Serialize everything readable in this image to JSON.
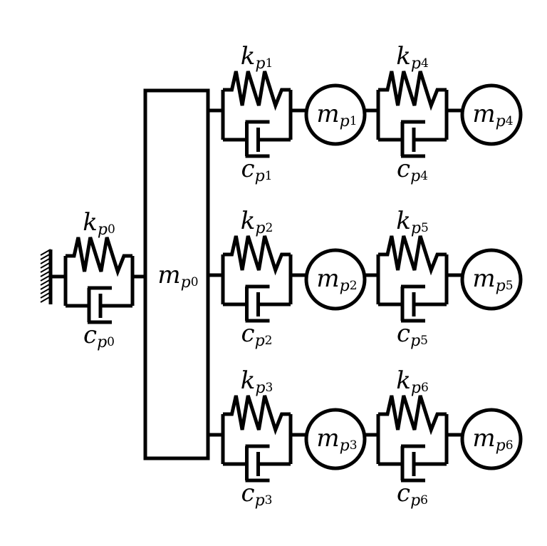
{
  "diagram": {
    "title": "",
    "colors": {
      "stroke": "#000000",
      "background": "#ffffff",
      "hatch": "#000000"
    },
    "ground": {
      "label": "fixed-wall"
    },
    "main_mass": {
      "id": "mp0",
      "symbol": "m",
      "sub": "p",
      "index": "0"
    },
    "base_link": {
      "spring": {
        "symbol": "k",
        "sub": "p",
        "index": "0"
      },
      "damper": {
        "symbol": "c",
        "sub": "p",
        "index": "0"
      }
    },
    "branches": [
      {
        "stage1": {
          "spring": {
            "symbol": "k",
            "sub": "p",
            "index": "1"
          },
          "damper": {
            "symbol": "c",
            "sub": "p",
            "index": "1"
          },
          "mass": {
            "symbol": "m",
            "sub": "p",
            "index": "1"
          }
        },
        "stage2": {
          "spring": {
            "symbol": "k",
            "sub": "p",
            "index": "4"
          },
          "damper": {
            "symbol": "c",
            "sub": "p",
            "index": "4"
          },
          "mass": {
            "symbol": "m",
            "sub": "p",
            "index": "4"
          }
        }
      },
      {
        "stage1": {
          "spring": {
            "symbol": "k",
            "sub": "p",
            "index": "2"
          },
          "damper": {
            "symbol": "c",
            "sub": "p",
            "index": "2"
          },
          "mass": {
            "symbol": "m",
            "sub": "p",
            "index": "2"
          }
        },
        "stage2": {
          "spring": {
            "symbol": "k",
            "sub": "p",
            "index": "5"
          },
          "damper": {
            "symbol": "c",
            "sub": "p",
            "index": "5"
          },
          "mass": {
            "symbol": "m",
            "sub": "p",
            "index": "5"
          }
        }
      },
      {
        "stage1": {
          "spring": {
            "symbol": "k",
            "sub": "p",
            "index": "3"
          },
          "damper": {
            "symbol": "c",
            "sub": "p",
            "index": "3"
          },
          "mass": {
            "symbol": "m",
            "sub": "p",
            "index": "3"
          }
        },
        "stage2": {
          "spring": {
            "symbol": "k",
            "sub": "p",
            "index": "6"
          },
          "damper": {
            "symbol": "c",
            "sub": "p",
            "index": "6"
          },
          "mass": {
            "symbol": "m",
            "sub": "p",
            "index": "6"
          }
        }
      }
    ]
  }
}
